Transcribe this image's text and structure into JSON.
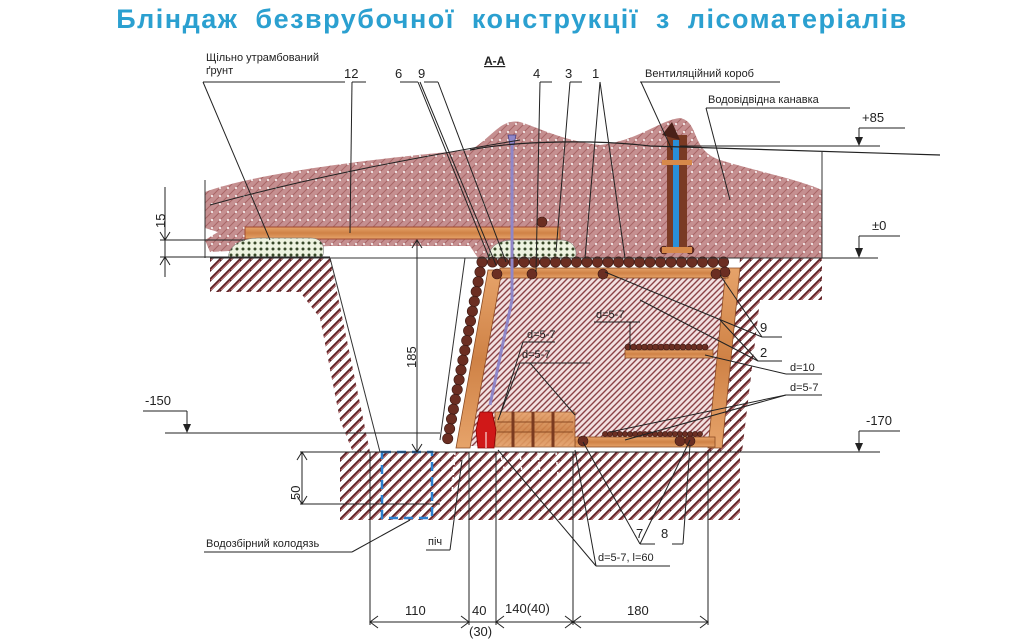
{
  "title": "Бліндаж безврубочної конструкції з лісоматеріалів",
  "section_label": "А-А",
  "callouts": {
    "compacted_soil": [
      "Щільно утрамбований",
      "ґрунт"
    ],
    "ventilation_box": "Вентиляційний короб",
    "drainage_ditch": "Водовідвідна канавка",
    "sump_well": "Водозбірний колодязь",
    "stove": "піч",
    "d_5_7_a": "d=5-7",
    "d_5_7_b": "d=5-7",
    "d_5_7_c": "d=5-7",
    "d_5_7_right": "d=5-7",
    "d_10": "d=10",
    "stakes": "d=5-7, l=60"
  },
  "part_numbers": {
    "p12": "12",
    "p6": "6",
    "p9_top": "9",
    "p4": "4",
    "p3": "3",
    "p1": "1",
    "p9_right": "9",
    "p2": "2",
    "p7": "7",
    "p8": "8"
  },
  "elevations": {
    "plus85": "+85",
    "zero": "±0",
    "minus150": "-150",
    "minus170": "-170"
  },
  "dimensions": {
    "d15": "15",
    "d185": "185",
    "d50": "50",
    "d110": "110",
    "d40": "40",
    "d30": "(30)",
    "d140": "140(40)",
    "d180": "180"
  },
  "colors": {
    "title": "#2ba0d0",
    "soil_fill": "#c99a9a",
    "hatch": "#5a1f22",
    "timber": "#d7894a",
    "log": "#6b2e22",
    "stove": "#d01818",
    "pipe": "#2a8fd8",
    "gravel": "#e8f0d8"
  }
}
